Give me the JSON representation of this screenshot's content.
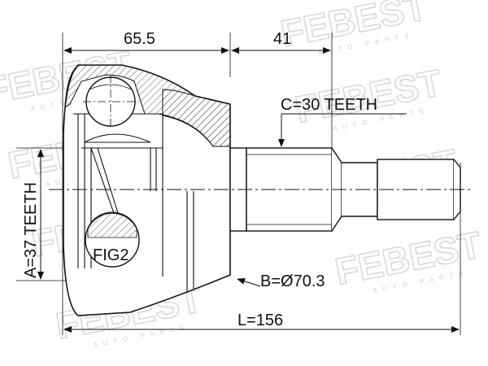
{
  "watermark": {
    "brand": "FEBEST",
    "subtitle": "AUTO PARTS"
  },
  "dimensions": {
    "bell_length": "65.5",
    "shaft_length": "41",
    "shaft_teeth": "C=30 TEETH",
    "inner_teeth": "A=37 TEETH",
    "bell_diameter": "B=Ø70.3",
    "total_length": "L=156",
    "detail_label": "FIG2"
  }
}
